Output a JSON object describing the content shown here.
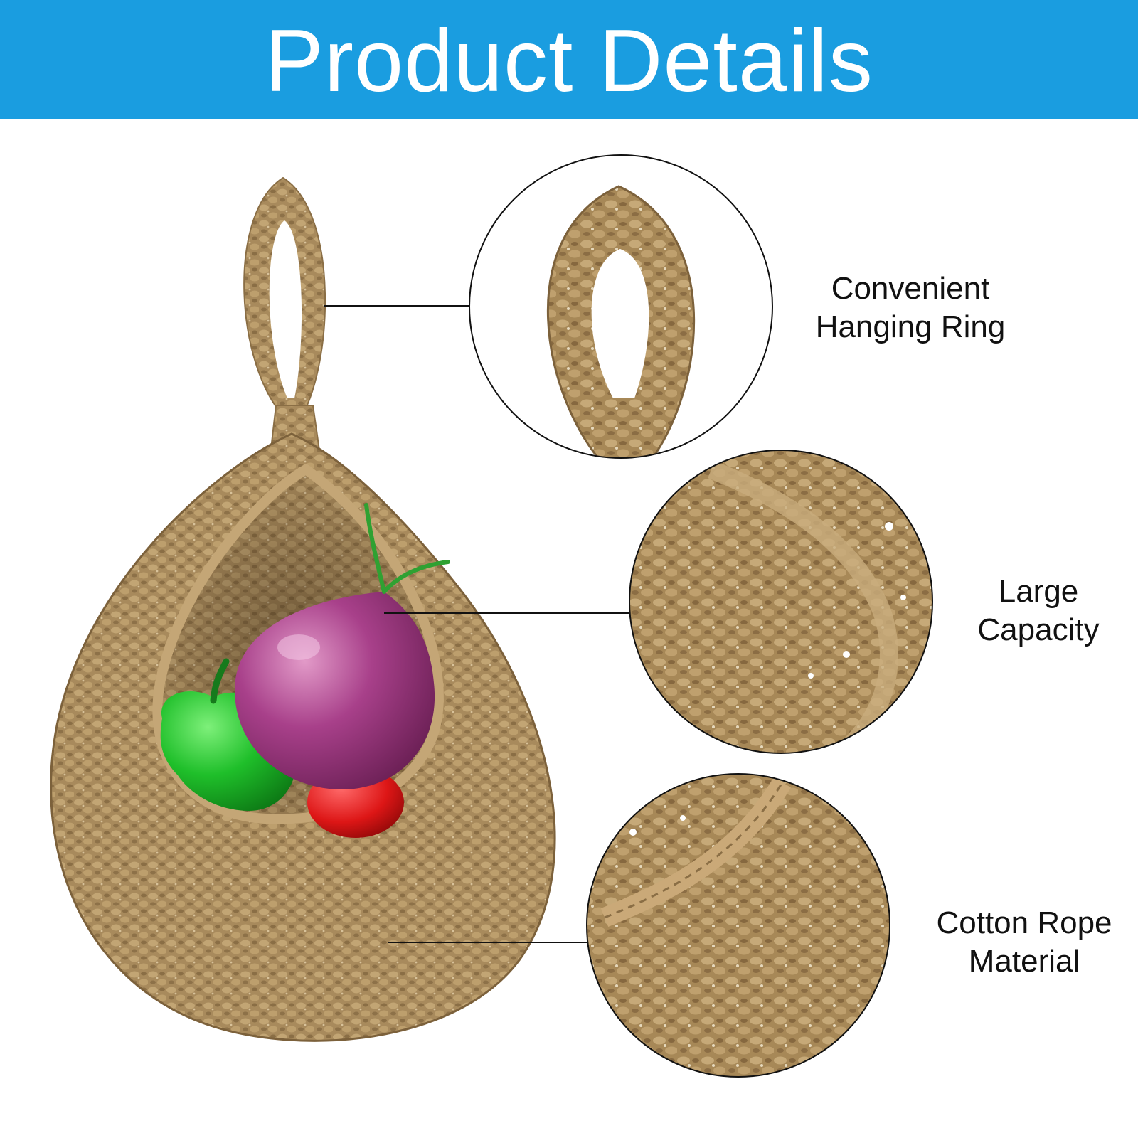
{
  "banner": {
    "title": "Product Details",
    "color": "#1a9de0"
  },
  "product": {
    "name": "jute-hanging-basket",
    "material_color": "#a88a5c"
  },
  "features": [
    {
      "label": "Convenient\nHanging Ring",
      "icon": "hanging-ring-closeup"
    },
    {
      "label": "Large\nCapacity",
      "icon": "basket-interior-closeup"
    },
    {
      "label": "Cotton Rope\nMaterial",
      "icon": "rope-texture-closeup"
    }
  ]
}
